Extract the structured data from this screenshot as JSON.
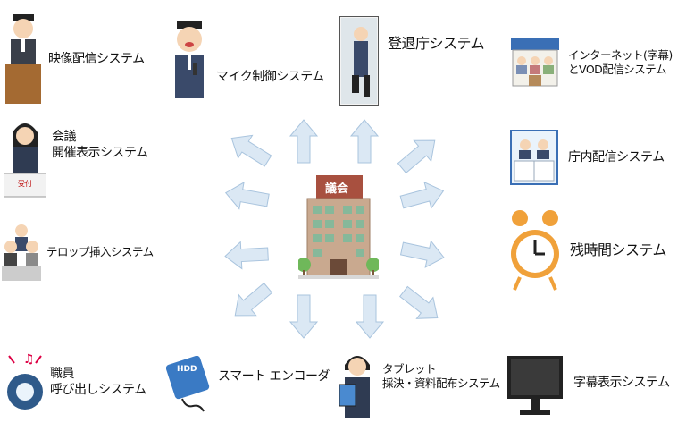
{
  "center": {
    "building_label": "議会"
  },
  "systems": {
    "video": {
      "label": "映像配信システム"
    },
    "mic": {
      "label": "マイク制御システム"
    },
    "attendance": {
      "label": "登退庁システム"
    },
    "internet_vod": {
      "line1": "インターネット(字幕)",
      "line2": "とVOD配信システム"
    },
    "meeting_display": {
      "line1": "会議",
      "line2": "開催表示システム",
      "desk_sign": "受付"
    },
    "office_broadcast": {
      "label": "庁内配信システム"
    },
    "telop": {
      "label": "テロップ挿入システム"
    },
    "remaining_time": {
      "label": "残時間システム"
    },
    "staff_call": {
      "line1": "職員",
      "line2": "呼び出しシステム"
    },
    "smart_encoder": {
      "label": "スマート エンコーダ",
      "device_text": "HDD"
    },
    "tablet": {
      "line1": "タブレット",
      "line2": "採決・資料配布システム"
    },
    "caption_display": {
      "label": "字幕表示システム"
    }
  },
  "colors": {
    "arrow_fill": "#dbe8f4",
    "arrow_stroke": "#a9c4de",
    "building": "#c9a98f",
    "roof": "#a8503f"
  }
}
